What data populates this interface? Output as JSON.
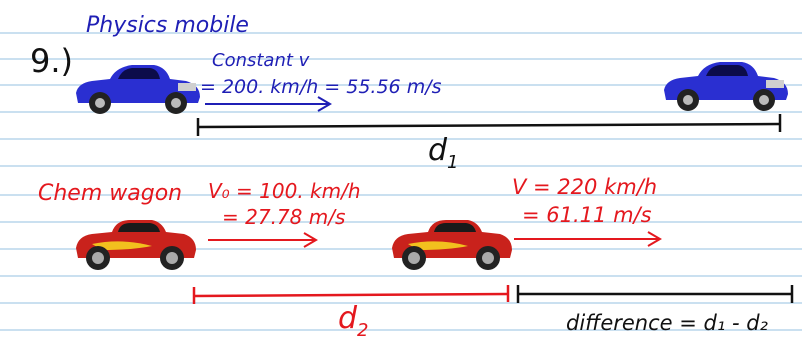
{
  "page": {
    "problem_number": "9.)"
  },
  "physics_mobile": {
    "label": "Physics mobile",
    "constant_line_1": "Constant v",
    "constant_line_2": "= 200. km/h = 55.56 m/s",
    "distance_label": "d",
    "distance_subscript": "1",
    "car_color": "#2a2fd1"
  },
  "chem_wagon": {
    "label": "Chem wagon",
    "initial_line_1": "V₀ = 100. km/h",
    "initial_line_2": "= 27.78 m/s",
    "final_line_1": "V = 220 km/h",
    "final_line_2": "= 61.11 m/s",
    "distance_label": "d",
    "distance_subscript": "2",
    "car_color": "#c9221c"
  },
  "difference": {
    "text": "difference = d₁ - d₂"
  },
  "colors": {
    "ruled_line": "#b9d6ec",
    "blue_ink": "#1f1fb5",
    "red_ink": "#e4181e",
    "black_ink": "#111111"
  }
}
